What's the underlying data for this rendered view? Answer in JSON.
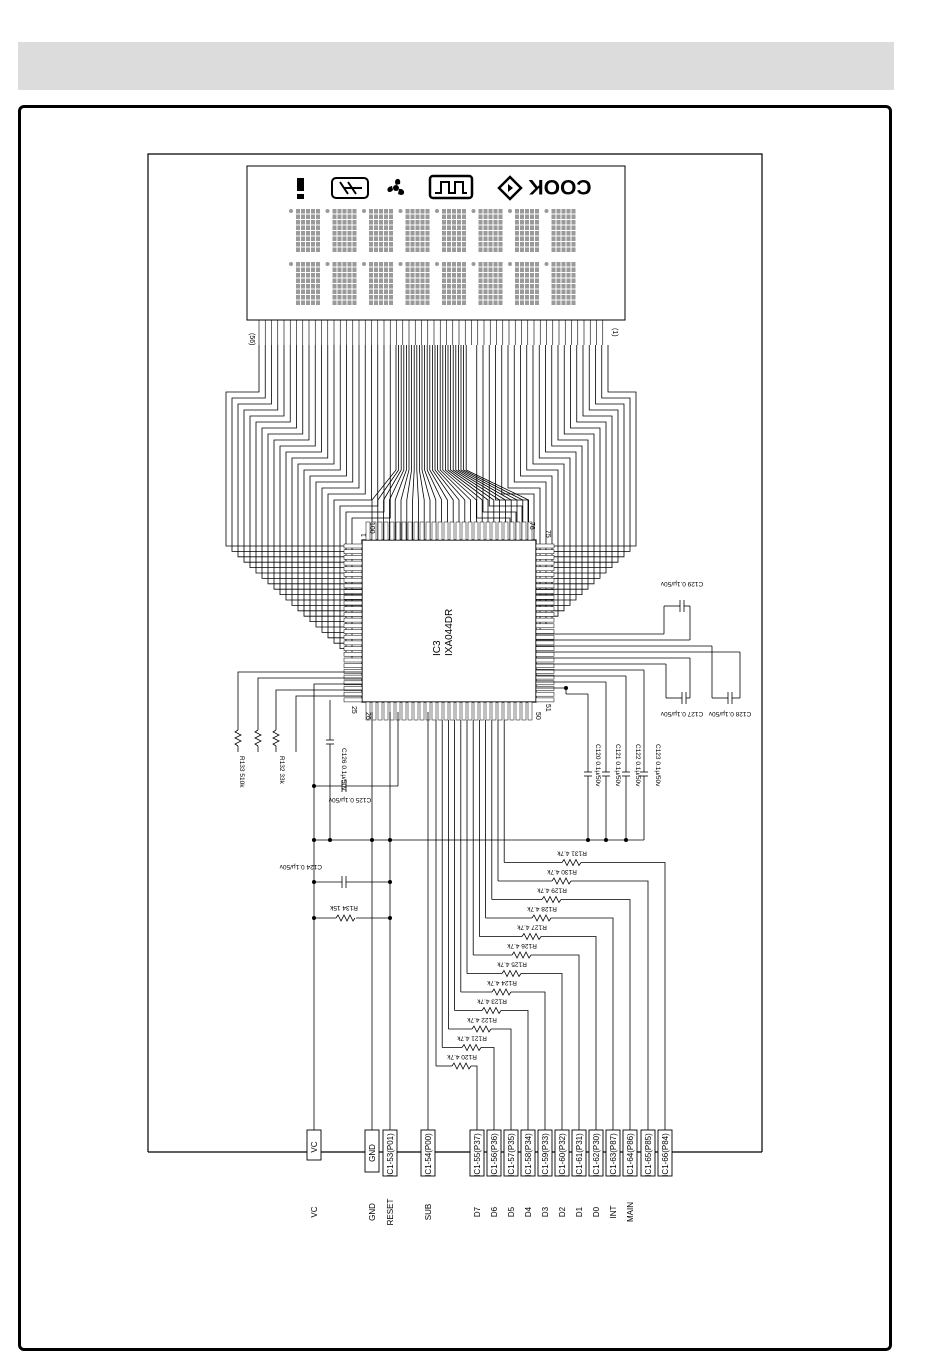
{
  "ic": {
    "ref": "IC3",
    "part": "IXA044DR",
    "pin_numbers": {
      "p1": "1",
      "p25": "25",
      "p26": "26",
      "p50": "50",
      "p51": "51",
      "p75": "75",
      "p76": "76",
      "p100": "100"
    }
  },
  "display": {
    "pin_first": "(56)",
    "pin_last": "(1)",
    "cook_label": "COOK"
  },
  "capacitors": {
    "c120": "C120 0.1μ/50v",
    "c121": "C121 0.1μ/50v",
    "c122": "C122 0.1μ/50v",
    "c123": "C123 0.1μ/50v",
    "c124": "C124 0.1μ/50v",
    "c125": "C125 0.1μ/50v",
    "c126": "C126 0.1μ/50v",
    "c127": "C127 0.1μ/50v",
    "c128": "C128 0.1μ/50v",
    "c129": "C129 0.1μ/50v"
  },
  "resistors": {
    "r120": "R120 4.7k",
    "r121": "R121 4.7k",
    "r122": "R122 4.7k",
    "r123": "R123 4.7k",
    "r124": "R124 4.7k",
    "r125": "R125 4.7k",
    "r126": "R126 4.7k",
    "r127": "R127 4.7k",
    "r128": "R128 4.7k",
    "r129": "R129 4.7k",
    "r130": "R130 4.7k",
    "r131": "R131 4.7k",
    "r132": "R132 33k",
    "r133": "R133 510k",
    "r134": "R134 15k"
  },
  "connectors": {
    "vc": {
      "box": "VC",
      "signal": "VC"
    },
    "gnd": {
      "box": "GND",
      "signal": "GND"
    },
    "reset": {
      "box": "IC1-53(P01)",
      "signal": "RESET"
    },
    "sub": {
      "box": "IC1-54(P00)",
      "signal": "SUB"
    },
    "d7": {
      "box": "IC1-55(P37)",
      "signal": "D7"
    },
    "d6": {
      "box": "IC1-56(P36)",
      "signal": "D6"
    },
    "d5": {
      "box": "IC1-57(P35)",
      "signal": "D5"
    },
    "d4": {
      "box": "IC1-58(P34)",
      "signal": "D4"
    },
    "d3": {
      "box": "IC1-59(P33)",
      "signal": "D3"
    },
    "d2": {
      "box": "IC1-60(P32)",
      "signal": "D2"
    },
    "d1": {
      "box": "IC1-61(P31)",
      "signal": "D1"
    },
    "d0": {
      "box": "IC1-62(P30)",
      "signal": "D0"
    },
    "int": {
      "box": "IC1-63(P87)",
      "signal": "INT"
    },
    "main": {
      "box": "IC1-64(P86)",
      "signal": "MAIN"
    },
    "p85": {
      "box": "IC1-65(P85)",
      "signal": ""
    },
    "p84": {
      "box": "IC1-66(P84)",
      "signal": ""
    }
  },
  "colors": {
    "line": "#000000",
    "band": "#dcdcdc",
    "matrix": "#9a9a9a"
  }
}
